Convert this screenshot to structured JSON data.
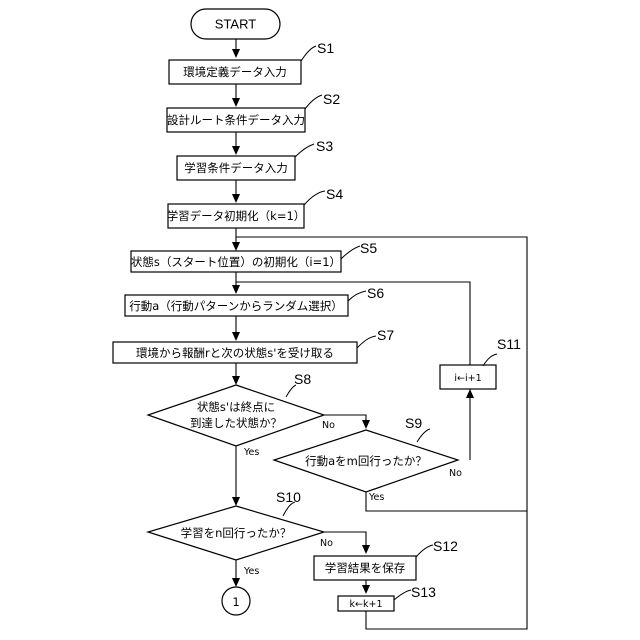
{
  "start": {
    "label": "START"
  },
  "end_connector": {
    "label": "1"
  },
  "steps": {
    "s1": {
      "id": "S1",
      "label": "環境定義データ入力"
    },
    "s2": {
      "id": "S2",
      "label": "設計ルート条件データ入力"
    },
    "s3": {
      "id": "S3",
      "label": "学習条件データ入力"
    },
    "s4": {
      "id": "S4",
      "label": "学習データ初期化（k=1）"
    },
    "s5": {
      "id": "S5",
      "label": "状態s（スタート位置）の初期化（i=1）"
    },
    "s6": {
      "id": "S6",
      "label": "行動a（行動パターンからランダム選択）"
    },
    "s7": {
      "id": "S7",
      "label": "環境から報酬rと次の状態s'を受け取る"
    },
    "s8": {
      "id": "S8",
      "label_line1": "状態s'は終点に",
      "label_line2": "到達した状態か？"
    },
    "s9": {
      "id": "S9",
      "label": "行動aをm回行ったか？"
    },
    "s10": {
      "id": "S10",
      "label": "学習をn回行ったか？"
    },
    "s11": {
      "id": "S11",
      "label": "i←i+1"
    },
    "s12": {
      "id": "S12",
      "label": "学習結果を保存"
    },
    "s13": {
      "id": "S13",
      "label": "k←k+1"
    }
  },
  "branches": {
    "yes": "Yes",
    "no": "No"
  }
}
